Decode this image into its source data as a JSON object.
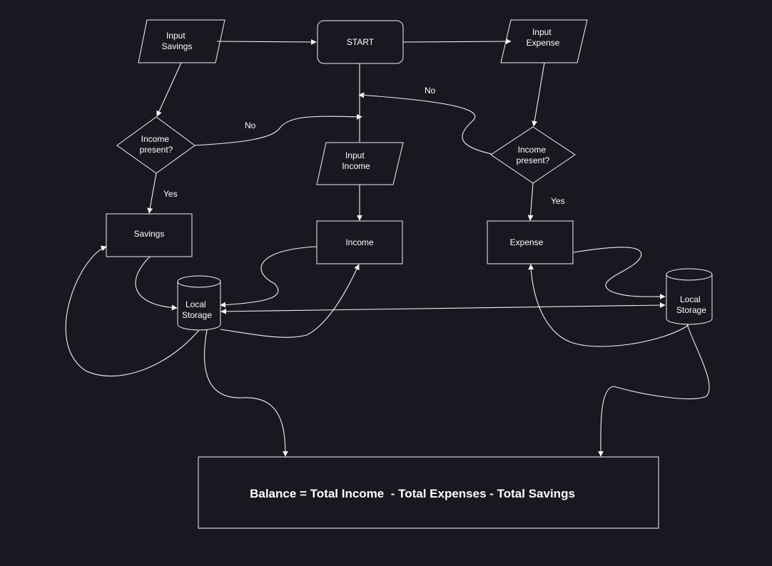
{
  "colors": {
    "background": "#19171f",
    "stroke": "#f2f2f2",
    "text": "#ffffff"
  },
  "nodes": {
    "start": "START",
    "input_savings": [
      "Input",
      "Savings"
    ],
    "input_expense": [
      "Input",
      "Expense"
    ],
    "input_income": [
      "Input",
      "Income"
    ],
    "decision_left": [
      "Income",
      "present?"
    ],
    "decision_right": [
      "Income",
      "present?"
    ],
    "savings": "Savings",
    "income": "Income",
    "expense": "Expense",
    "storage_left": [
      "Local",
      "Storage"
    ],
    "storage_right": [
      "Local",
      "Storage"
    ]
  },
  "edge_labels": {
    "no_left": "No",
    "no_right": "No",
    "yes_left": "Yes",
    "yes_right": "Yes"
  },
  "balance_formula": "Balance = Total Income  - Total Expenses - Total Savings"
}
